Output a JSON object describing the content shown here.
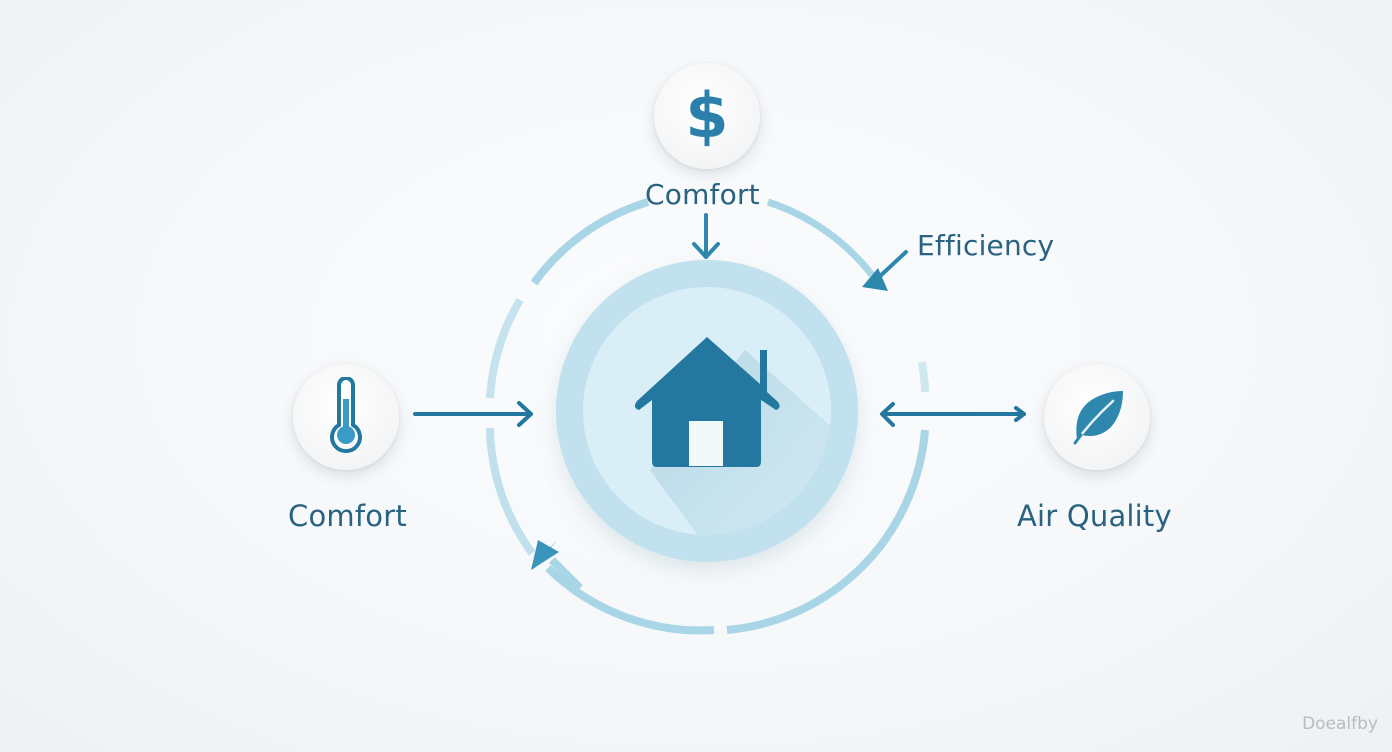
{
  "diagram": {
    "center": {
      "icon": "house-icon"
    },
    "nodes": [
      {
        "id": "top",
        "icon": "dollar-icon",
        "label": "Comfort"
      },
      {
        "id": "left",
        "icon": "thermometer-icon",
        "label": "Comfort"
      },
      {
        "id": "right",
        "icon": "leaf-icon",
        "label": "Air Quality"
      }
    ],
    "annotations": [
      {
        "id": "top-right",
        "label": "Efficiency"
      }
    ],
    "dollar_glyph": "$"
  },
  "colors": {
    "primary": "#2478a0",
    "ring": "#a9d6e6",
    "label": "#2a6381",
    "center_outer": "#bfe0ec",
    "center_inner": "#d9eef6"
  },
  "watermark": "Doealfby"
}
